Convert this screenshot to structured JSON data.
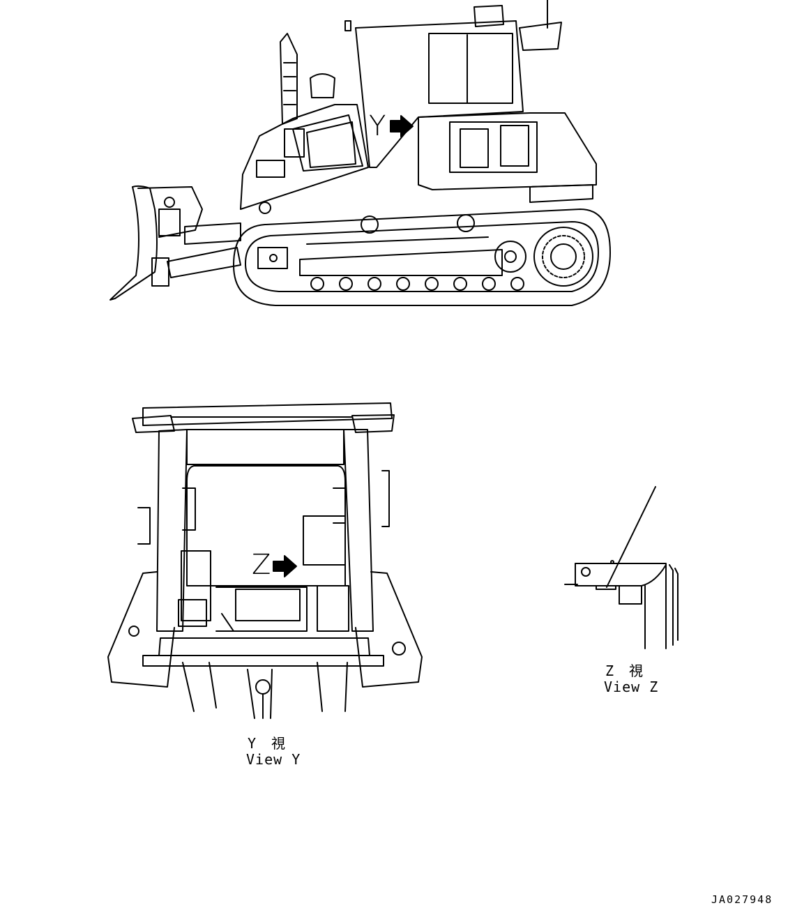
{
  "side_view": {
    "arrow_label": "Y"
  },
  "view_y": {
    "arrow_label": "Z",
    "caption_jp": "Y　視",
    "caption_en": "View Y"
  },
  "view_z": {
    "caption_jp": "Z　視",
    "caption_en": "View Z"
  },
  "document_number": "JA027948"
}
